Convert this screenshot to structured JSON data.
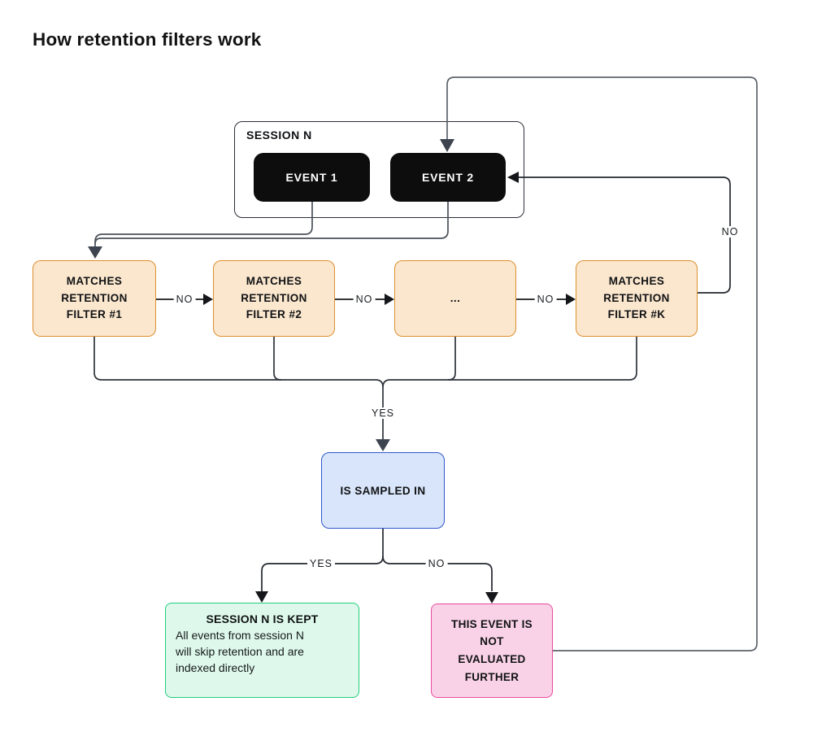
{
  "title": "How retention filters work",
  "session": {
    "label": "SESSION N",
    "events": [
      {
        "label": "EVENT 1"
      },
      {
        "label": "EVENT 2"
      }
    ]
  },
  "filters": [
    {
      "label": "MATCHES\nRETENTION\nFILTER #1"
    },
    {
      "label": "MATCHES\nRETENTION\nFILTER #2"
    },
    {
      "label": "..."
    },
    {
      "label": "MATCHES\nRETENTION\nFILTER #K"
    }
  ],
  "edge_labels": {
    "no_filter_1_2": "NO",
    "no_filter_2_3": "NO",
    "no_filter_3_k": "NO",
    "no_return_to_event": "NO",
    "yes_to_sampled": "YES",
    "yes_to_kept": "YES",
    "no_to_not_evaluated": "NO"
  },
  "sampled_box": {
    "label": "IS SAMPLED IN"
  },
  "kept_box": {
    "title": "SESSION N IS KEPT",
    "body": "All events from session N\nwill skip retention and are\nindexed directly"
  },
  "not_evaluated_box": {
    "label": "THIS EVENT IS\nNOT\nEVALUATED\nFURTHER"
  },
  "colors": {
    "filter_fill": "#fbe7ce",
    "filter_border": "#dd8f2e",
    "sampled_fill": "#d9e5fa",
    "sampled_border": "#3156ce",
    "kept_fill": "#def9eb",
    "kept_border": "#21ce7c",
    "not_evaluated_fill": "#fad2e7",
    "not_evaluated_border": "#e84a9e",
    "event_fill": "#0d0d0d",
    "wire_gray": "#5d636b",
    "wire_dark": "#23272e",
    "arrow_slate": "#3d444f",
    "arrow_black": "#141619"
  }
}
